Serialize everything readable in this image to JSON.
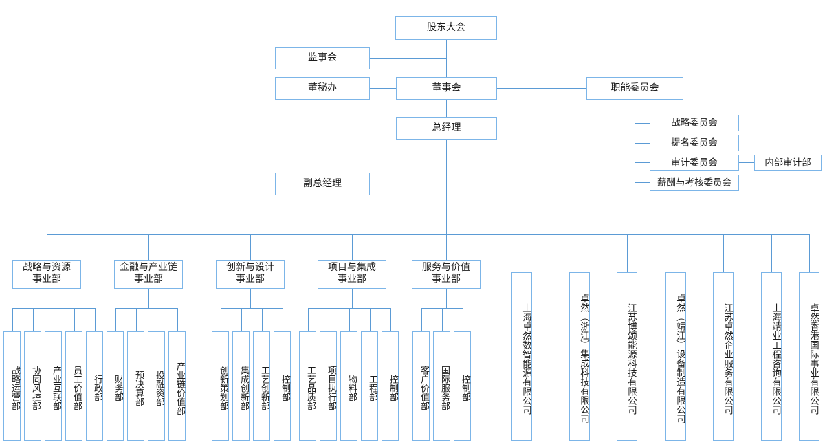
{
  "meta": {
    "title": "公司组织架构图",
    "border_color": "#7cb5e8",
    "line_color": "#5b9bd5",
    "background": "#ffffff"
  },
  "governance": {
    "shareholders_meeting": "股东大会",
    "supervisory_board": "监事会",
    "board_secretary_office": "董秘办",
    "board_of_directors": "董事会",
    "functional_committee": "职能委员会",
    "general_manager": "总经理",
    "deputy_general_manager": "副总经理"
  },
  "committees": [
    {
      "label": "战略委员会"
    },
    {
      "label": "提名委员会"
    },
    {
      "label": "审计委员会"
    },
    {
      "label": "薪酬与考核委员会"
    }
  ],
  "internal_audit": "内部审计部",
  "divisions": [
    {
      "name": "战略与资源\n事业部",
      "line1": "战略与资源",
      "line2": "事业部",
      "departments": [
        "战略运营部",
        "协同风控部",
        "产业互联部",
        "员工价值部",
        "行政部"
      ]
    },
    {
      "name": "金融与产业链\n事业部",
      "line1": "金融与产业链",
      "line2": "事业部",
      "departments": [
        "财务部",
        "预决算部",
        "投融资部",
        "产业链价值部"
      ]
    },
    {
      "name": "创新与设计\n事业部",
      "line1": "创新与设计",
      "line2": "事业部",
      "departments": [
        "创新策划部",
        "集成创新部",
        "工艺创新部",
        "控制部"
      ]
    },
    {
      "name": "项目与集成\n事业部",
      "line1": "项目与集成",
      "line2": "事业部",
      "departments": [
        "工艺品质部",
        "项目执行部",
        "物料部",
        "工程部",
        "控制部"
      ]
    },
    {
      "name": "服务与价值\n事业部",
      "line1": "服务与价值",
      "line2": "事业部",
      "departments": [
        "客户价值部",
        "国际服务部",
        "控制部"
      ]
    }
  ],
  "subsidiaries": [
    "上海卓然数智能源有限公司",
    "卓然（浙江）集成科技有限公司",
    "江苏博颂能源科技有限公司",
    "卓然（靖江）设备制造有限公司",
    "江苏卓然企业服务有限公司",
    "上海靖业工程咨询有限公司",
    "卓然香港国际事业有限公司"
  ]
}
